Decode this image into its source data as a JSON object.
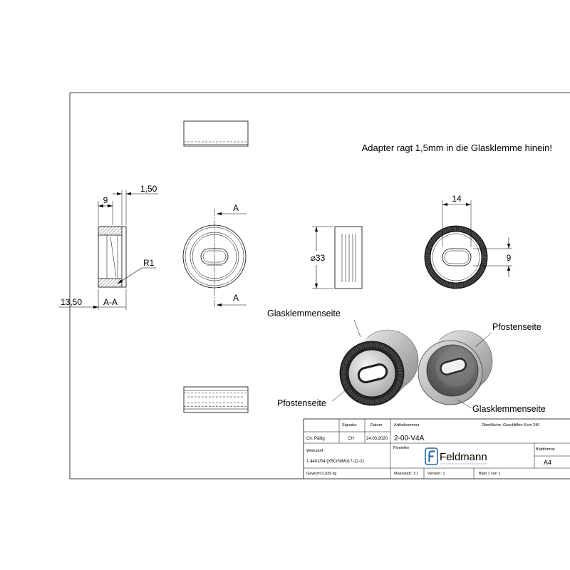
{
  "note": "Adapter ragt 1,5mm in die Glasklemme hinein!",
  "section_view": {
    "width": "9",
    "lip": "1,50",
    "radius": "R1",
    "depth": "13,50",
    "label": "A-A"
  },
  "front_view": {
    "cut_top": "A",
    "cut_bottom": "A"
  },
  "side_view": {
    "diameter": "⌀33"
  },
  "rear_view": {
    "slot_length": "14",
    "slot_height": "9"
  },
  "render_labels": {
    "left_top": "Glasklemmenseite",
    "left_bottom": "Pfostenseite",
    "right_top": "Pfostenseite",
    "right_bottom": "Glasklemmenseite"
  },
  "title_block": {
    "header_signature": "Signatur",
    "header_date": "Datum",
    "header_article": "Artikelnummer",
    "surface": "Oberfläche:   Geschliffen Korn 240",
    "author": "Ch. Pällig",
    "signature": "CH",
    "date": "24.03.2020",
    "article": "2-00-V4A",
    "material_label": "Werkstoff:",
    "material": "1.4401/04 (X5CrNiMo17-12-2)",
    "designation_label": "Flexteller",
    "company": "Feldmann",
    "sheet_format_label": "Blattformat",
    "sheet_format": "A4",
    "weight": "Gewicht 0,039 kg",
    "scale": "Massstab: 1:1",
    "version": "Version: 1",
    "sheet": "Blatt 1 von 1"
  },
  "colors": {
    "ink": "#000000",
    "rubber": "#262626",
    "rubber_texture": "#5a5a5a",
    "steel_light": "#ececec",
    "steel_dark": "#8a8a8a",
    "cavity_light": "#8e8e8e",
    "cavity_dark": "#474747",
    "logo_blue": "#2a68b0"
  },
  "icons": {
    "logo": "feldmann-logo-icon"
  }
}
